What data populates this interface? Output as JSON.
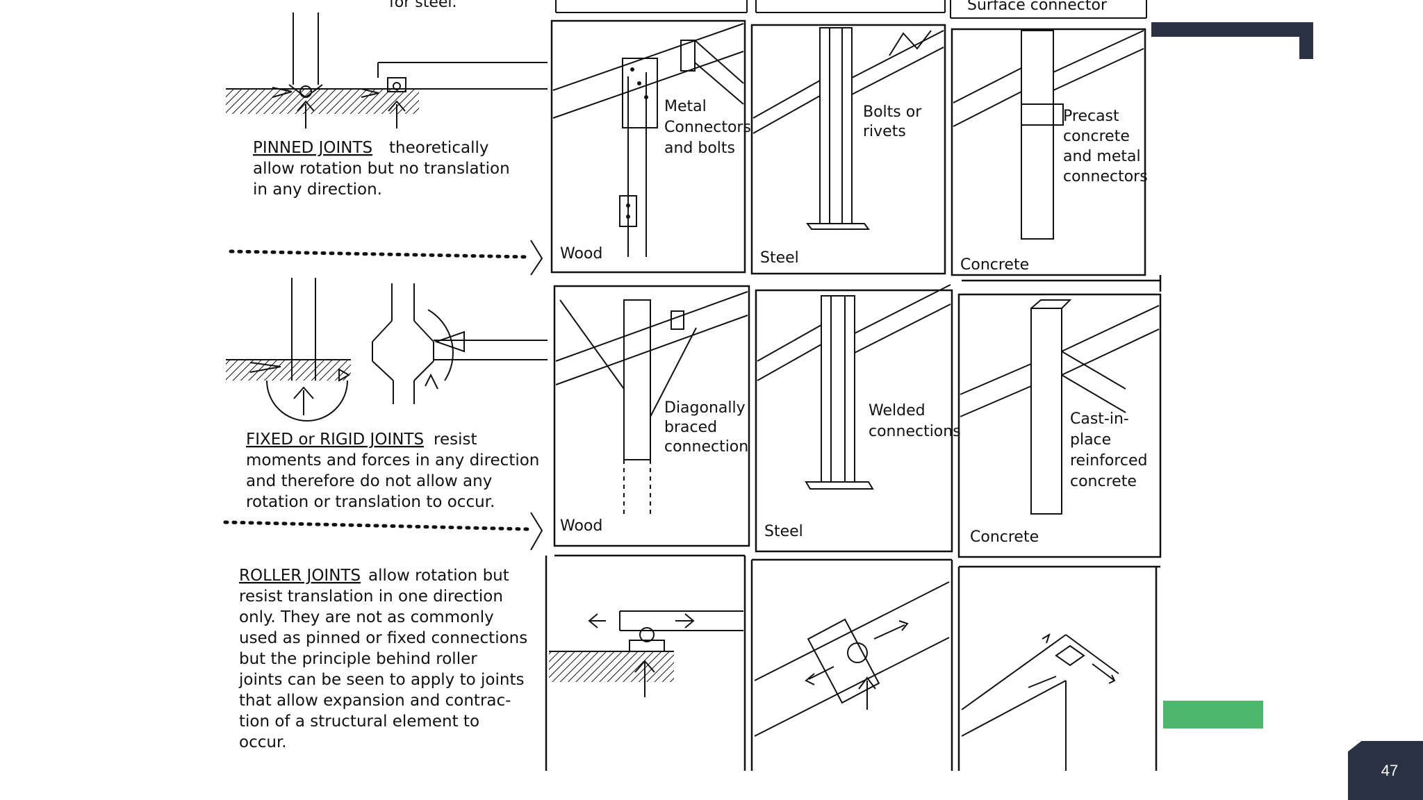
{
  "slide": {
    "page_number": "47",
    "colors": {
      "dark_accent": "#2b3243",
      "green_accent": "#4cb86c"
    }
  },
  "top_partial_text": {
    "left": "for steel.",
    "right": "Surface connector"
  },
  "notes": {
    "pinned": {
      "title": "PINNED JOINTS",
      "lines": [
        "theoretically",
        "allow rotation but no translation",
        "in any direction."
      ]
    },
    "fixed": {
      "title": "FIXED or RIGID JOINTS",
      "lines": [
        "resist",
        "moments and forces in any direction",
        "and therefore do not allow any",
        "rotation or translation to occur."
      ]
    },
    "roller": {
      "title": "ROLLER JOINTS",
      "lines": [
        "allow rotation but",
        "resist translation in one direction",
        "only. They are not as commonly",
        "used as pinned or fixed connections",
        "but the principle behind roller",
        "joints can be seen to apply to joints",
        "that allow expansion and contrac-",
        "tion of a structural element to",
        "occur."
      ]
    }
  },
  "panels": {
    "row1": [
      {
        "material": "Wood",
        "label_lines": [
          "Metal",
          "Connectors",
          "and bolts"
        ]
      },
      {
        "material": "Steel",
        "label_lines": [
          "Bolts or",
          "rivets"
        ]
      },
      {
        "material": "Concrete",
        "label_lines": [
          "Precast",
          "concrete",
          "and metal",
          "connectors"
        ]
      }
    ],
    "row2": [
      {
        "material": "Wood",
        "label_lines": [
          "Diagonally",
          "braced",
          "connection"
        ]
      },
      {
        "material": "Steel",
        "label_lines": [
          "Welded",
          "connections"
        ]
      },
      {
        "material": "Concrete",
        "label_lines": [
          "Cast-in-",
          "place",
          "reinforced",
          "concrete"
        ]
      }
    ]
  }
}
